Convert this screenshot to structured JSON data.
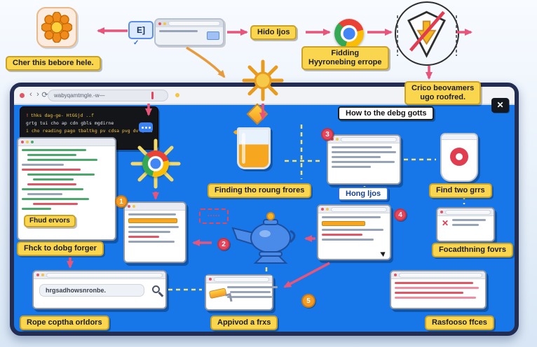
{
  "palette": {
    "canvas_blue": "#1777e8",
    "label_yellow": "#f9d64d",
    "arrow_pink": "#e8547a",
    "badge_red": "#e8455c",
    "badge_orange": "#f59a23"
  },
  "top": {
    "e_box": "E]",
    "check_mark": "✓",
    "hido": "Hido ljos",
    "check_before": "Cher this bebore hele.",
    "finding_line1": "Fidding",
    "finding_line2": "Hyyronebing errope",
    "crico_line1": "Crico beovamers",
    "crico_line2": "ugo roofred."
  },
  "browser": {
    "back": "‹",
    "forward": "›",
    "reload": "⟳",
    "address": "wabyqamtmgle.-w—",
    "close": "✕"
  },
  "terminal": {
    "alert": "!",
    "line1": "thks dag-ge- HtGGjd ..f",
    "line2": "grtg tui cho ap cdn gbls mgdirne",
    "line3": "i cho reading pago tbaltkg pv cdsa pvg dv fao…"
  },
  "labels": {
    "how_to": "How to the debg gotts",
    "find_errors": "Fhud ervors",
    "finding_wrong": "Finding tho roung frores",
    "hong": "Hong ljos",
    "find_two": "Find two grrs",
    "fix_debug": "Fhck to dobg forger",
    "focad": "Focadthning fovrs",
    "rope": "Rope coptha orldors",
    "applied": "Appivod a frxs",
    "rasfooso": "Rasfooso ffces"
  },
  "cards": {
    "url_card_text": "hrgsadhowsnronbe.",
    "dashed_dots": "·····",
    "error_x": "✕"
  },
  "badges": {
    "b1": "1",
    "b2": "2",
    "b3": "3",
    "b4": "4",
    "b5": "5"
  }
}
